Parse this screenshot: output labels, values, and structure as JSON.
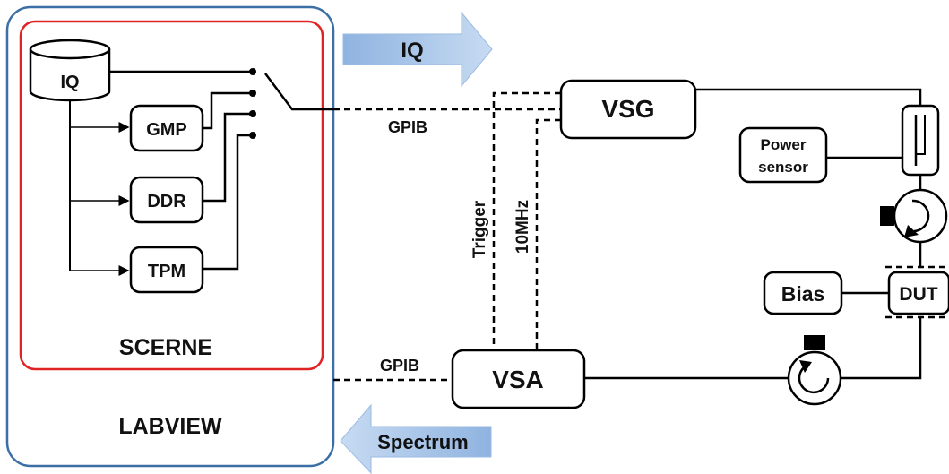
{
  "containers": {
    "labview": "LABVIEW",
    "scerne": "SCERNE"
  },
  "blocks": {
    "iq_source": "IQ",
    "gmp": "GMP",
    "ddr": "DDR",
    "tpm": "TPM",
    "vsg": "VSG",
    "vsa": "VSA",
    "power_sensor_line1": "Power",
    "power_sensor_line2": "sensor",
    "bias": "Bias",
    "dut": "DUT"
  },
  "links": {
    "gpib_top": "GPIB",
    "gpib_bottom": "GPIB",
    "trigger": "Trigger",
    "ref_clock": "10MHz"
  },
  "arrows": {
    "iq_out": "IQ",
    "spectrum_in": "Spectrum"
  },
  "colors": {
    "labview": "#3b6fa6",
    "scerne": "#e02424",
    "arrow_fill": "#8fb3e0",
    "arrow_fill_light": "#c7dbf2"
  }
}
